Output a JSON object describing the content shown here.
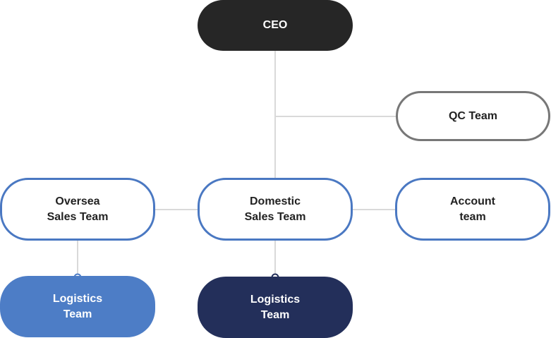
{
  "nodes": {
    "ceo": "CEO",
    "qc_team": "QC Team",
    "oversea_sales": "Oversea\nSales Team",
    "domestic_sales": "Domestic\nSales Team",
    "account_team": "Account\nteam",
    "logistics_left": "Logistics\nTeam",
    "logistics_mid": "Logistics\nTeam"
  },
  "colors": {
    "ceo_fill": "#262626",
    "qc_border": "#777777",
    "team_border": "#4a78c2",
    "logistics_left_fill": "#4d7dc6",
    "logistics_mid_fill": "#232f5a",
    "connector": "#d9d9d9"
  }
}
